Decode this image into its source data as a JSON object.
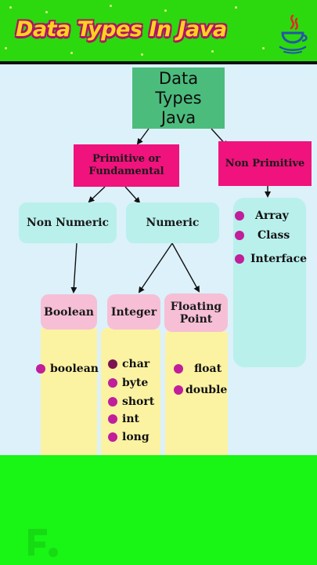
{
  "header": {
    "title": "Data Types In Java",
    "logo_icon": "java-coffee-cup-icon"
  },
  "diagram": {
    "root": {
      "line1": "Data",
      "line2": "Types",
      "line3": "Java"
    },
    "primitive": {
      "line1": "Primitive or",
      "line2": "Fundamental"
    },
    "non_primitive": {
      "label": "Non Primitive",
      "items": [
        "Array",
        "Class",
        "Interface"
      ]
    },
    "non_numeric": {
      "label": "Non Numeric"
    },
    "numeric": {
      "label": "Numeric"
    },
    "boolean": {
      "label": "Boolean",
      "items": [
        "boolean"
      ]
    },
    "integer": {
      "label": "Integer",
      "items": [
        "char",
        "byte",
        "short",
        "int",
        "long"
      ]
    },
    "floating": {
      "line1": "Floating",
      "line2": "Point",
      "items": [
        "float",
        "double"
      ]
    }
  },
  "colors": {
    "header_green": "#2cd90e",
    "title_yellow": "#ffd21f",
    "title_outline": "#b01266",
    "panel_blue": "#dcf1fa",
    "root_green": "#4cbc7d",
    "magenta": "#f0127d",
    "cyan": "#b9f0ec",
    "pink": "#f6bfd6",
    "yellow": "#fcf3a2",
    "bullet": "#c01e9a",
    "footer_green": "#19f515"
  }
}
